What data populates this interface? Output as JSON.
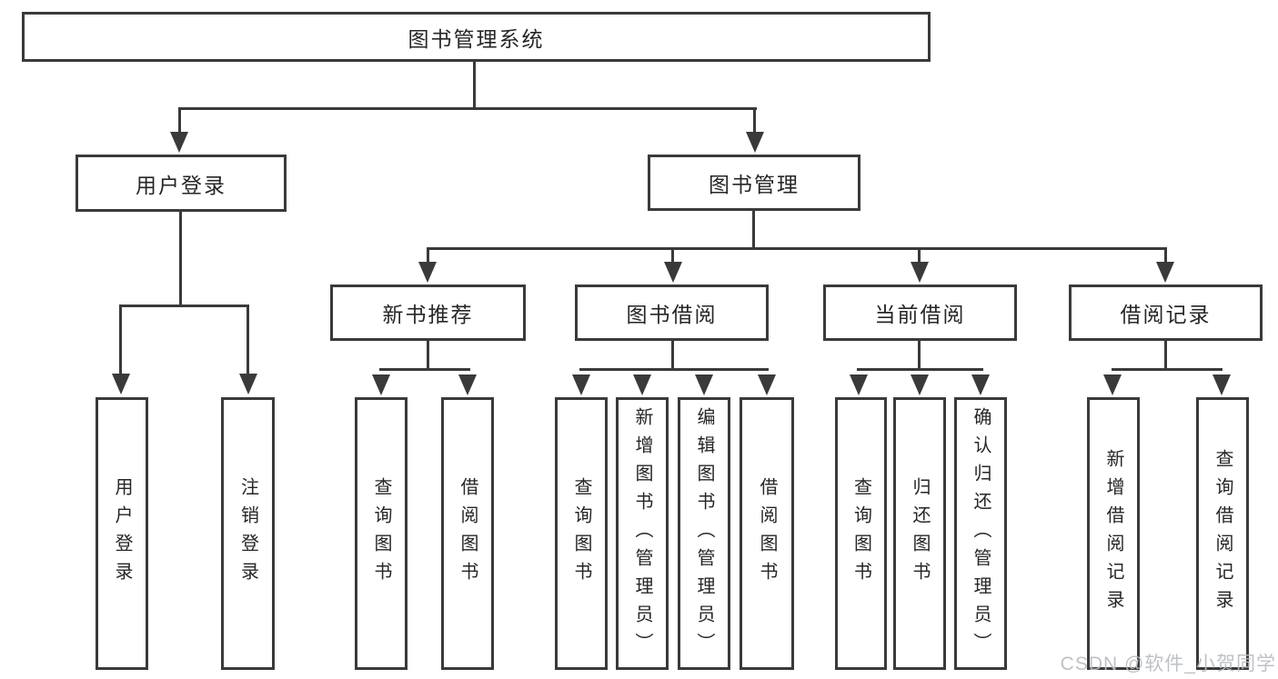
{
  "diagram_title": "图书管理系统",
  "nodes": {
    "root": "图书管理系统",
    "user_login": "用户登录",
    "book_mgmt": "图书管理",
    "new_book_rec": "新书推荐",
    "book_borrow": "图书借阅",
    "current_borrow": "当前借阅",
    "borrow_record": "借阅记录",
    "leaf_user_login": "用户登录",
    "leaf_logout": "注销登录",
    "leaf_query_book_rec": "查询图书",
    "leaf_borrow_book_rec": "借阅图书",
    "leaf_query_book_borrow": "查询图书",
    "leaf_add_book": "新增图书（管理员）",
    "leaf_edit_book": "编辑图书（管理员）",
    "leaf_borrow_book_borrow": "借阅图书",
    "leaf_query_book_current": "查询图书",
    "leaf_return_book": "归还图书",
    "leaf_confirm_return": "确认归还（管理员）",
    "leaf_add_borrow_record": "新增借阅记录",
    "leaf_query_borrow_record": "查询借阅记录"
  },
  "watermark": "CSDN @软件_小贺同学",
  "colors": {
    "line": "#3a3a3a",
    "text": "#262626",
    "background": "#ffffff",
    "watermark": "#bdbdbd"
  }
}
